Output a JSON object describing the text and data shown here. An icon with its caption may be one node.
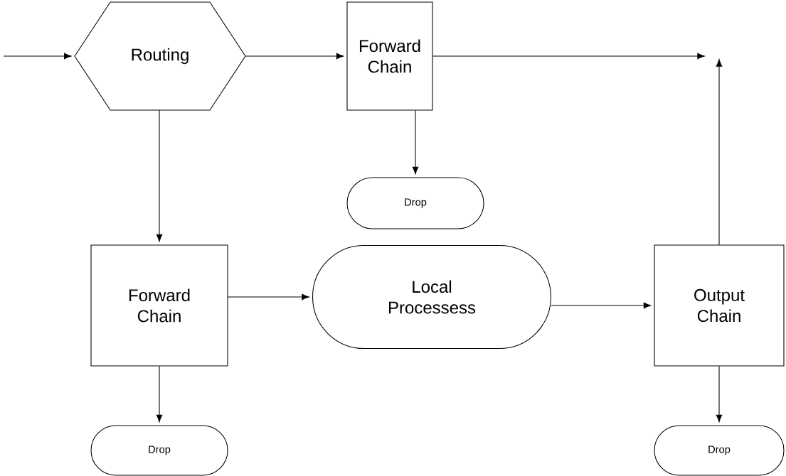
{
  "diagram": {
    "nodes": [
      {
        "text": [
          "Routing"
        ]
      },
      {
        "text": [
          "Forward Chain"
        ]
      },
      {
        "text": [
          "Drop"
        ]
      },
      {
        "text": [
          "Forward Chain"
        ]
      },
      {
        "text": [
          "Local Processess"
        ]
      },
      {
        "text": [
          "Output Chain"
        ]
      },
      {
        "text": [
          "Drop"
        ]
      },
      {
        "text": [
          "Drop"
        ]
      }
    ],
    "edges": [
      {
        "from": null,
        "to": 0,
        "arrow": "to"
      },
      {
        "from": 0,
        "to": 1,
        "arrow": "to"
      },
      {
        "from": 1,
        "to": null,
        "arrow": "to"
      },
      {
        "from": 1,
        "to": 2,
        "arrow": "to"
      },
      {
        "from": 0,
        "to": 3,
        "arrow": "to"
      },
      {
        "from": 3,
        "to": 4,
        "arrow": "to"
      },
      {
        "from": 4,
        "to": 5,
        "arrow": "to"
      },
      {
        "from": 5,
        "to": null,
        "arrow": "to"
      },
      {
        "from": 3,
        "to": 6,
        "arrow": "to"
      },
      {
        "from": 5,
        "to": 7,
        "arrow": "to"
      }
    ]
  }
}
